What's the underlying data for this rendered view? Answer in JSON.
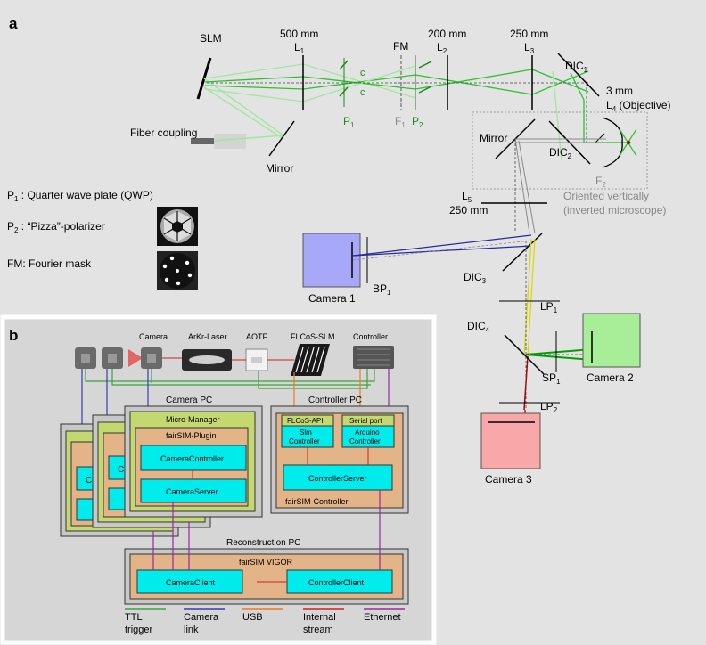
{
  "panel_a": {
    "letter": "a",
    "slm": "SLM",
    "l1_focal": "500 mm",
    "l1_label": "L",
    "l1_sub": "1",
    "fm_top": "FM",
    "l2_focal": "200 mm",
    "l2_label": "L",
    "l2_sub": "2",
    "l3_focal": "250 mm",
    "l3_label": "L",
    "l3_sub": "3",
    "dic1_label": "DIC",
    "dic1_sub": "1",
    "l4_focal": "3 mm",
    "l4_label": "L",
    "l4_sub": "4",
    "l4_suffix": " (Objective)",
    "p1_label": "P",
    "p1_sub": "1",
    "f1_label": "F",
    "f1_sub": "1",
    "p2_label": "P",
    "p2_sub": "2",
    "fiber": "Fiber coupling",
    "mirror1": "Mirror",
    "mirror2": "Mirror",
    "dic2_label": "DIC",
    "dic2_sub": "2",
    "f2_label": "F",
    "f2_sub": "2",
    "oriented_line1": "Oriented vertically",
    "oriented_line2": "(inverted microscope)",
    "l5_label": "L",
    "l5_sub": "5",
    "l5_focal": "250 mm",
    "camera1": "Camera 1",
    "bp1_label": "BP",
    "bp1_sub": "1",
    "dic3_label": "DIC",
    "dic3_sub": "3",
    "lp1_label": "LP",
    "lp1_sub": "1",
    "dic4_label": "DIC",
    "dic4_sub": "4",
    "sp1_label": "SP",
    "sp1_sub": "1",
    "camera2": "Camera 2",
    "lp2_label": "LP",
    "lp2_sub": "2",
    "camera3": "Camera 3",
    "legend_p1_label": "P",
    "legend_p1_sub": "1",
    "legend_p1_text": " : Quarter wave plate (QWP)",
    "legend_p2_label": "P",
    "legend_p2_sub": "2",
    "legend_p2_text": " : “Pizza”-polarizer",
    "legend_fm_text": "FM: Fourier mask",
    "colors": {
      "green": "#00a000",
      "light_green": "#9ee89e",
      "blue": "#2a2aa0",
      "red": "#b00000",
      "yellow": "#d8d800",
      "camera1_fill": "#a8a8f8",
      "camera2_fill": "#a8ee98",
      "camera3_fill": "#f8a8a8"
    }
  },
  "panel_b": {
    "letter": "b",
    "hw_camera": "Camera",
    "hw_laser": "ArKr-Laser",
    "hw_aotf": "AOTF",
    "hw_slm": "FLCoS-SLM",
    "hw_controller": "Controller",
    "camera_pc_title": "Camera PC",
    "micro_manager": "Micro-Manager",
    "fairsim_plugin": "fairSIM-Plugin",
    "camera_controller": "CameraController",
    "camera_server": "CameraServer",
    "stacked_c1": "C",
    "stacked_c2": "C",
    "controller_pc_title": "Controller PC",
    "flcos_api": "FLCoS-API",
    "serial_port": "Serial port",
    "slm_controller_l1": "Slm",
    "slm_controller_l2": "Controller",
    "arduino_l1": "Arduino",
    "arduino_l2": "Controller",
    "controller_server": "ControllerServer",
    "fairsim_controller": "fairSIM-Controller",
    "recon_pc_title": "Reconstruction PC",
    "fairsim_vigor": "fairSIM VIGOR",
    "camera_client": "CameraClient",
    "controller_client": "ControllerClient",
    "legend": [
      {
        "line1": "TTL",
        "line2": "trigger",
        "color": "#3aa53a"
      },
      {
        "line1": "Camera",
        "line2": "link",
        "color": "#3a3ab8"
      },
      {
        "line1": "USB",
        "line2": "",
        "color": "#f07a1a"
      },
      {
        "line1": "Internal",
        "line2": "stream",
        "color": "#d02020"
      },
      {
        "line1": "Ethernet",
        "line2": "",
        "color": "#9a2a9a"
      }
    ],
    "colors": {
      "pc_box": "#c8c8c8",
      "mm_fill": "#c4d870",
      "plugin_fill": "#e2b488",
      "module_fill": "#00ecec"
    }
  }
}
